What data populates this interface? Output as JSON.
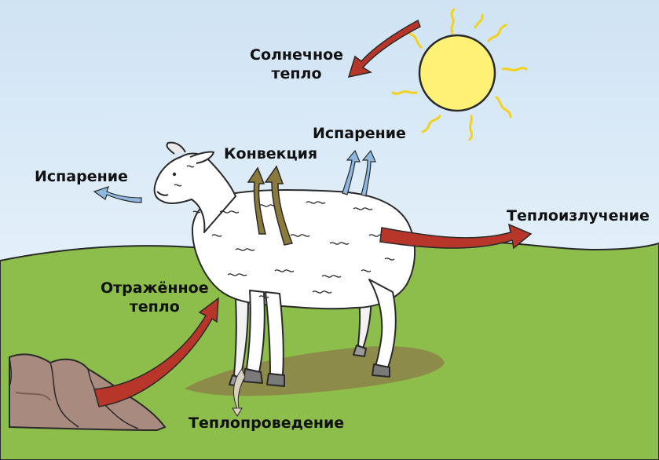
{
  "labels": {
    "solar_heat": {
      "line1": "Солнечное",
      "line2": "тепло"
    },
    "evaporation_head": "Испарение",
    "convection": "Конвекция",
    "evaporation_back": "Испарение",
    "heat_radiation": "Теплоизлучение",
    "reflected_heat": {
      "line1": "Отражённое",
      "line2": "тепло"
    },
    "heat_conduction": "Теплопроведение"
  },
  "colors": {
    "sky_top": "#cfe3f4",
    "sky_bottom": "#f2f8fd",
    "grass": "#8dbd4a",
    "heat_arrow": "#b8352a",
    "convection_arrow": "#8b7a3c",
    "evaporation_arrow": "#8fb8de",
    "conduction_arrow": "#d8d2bf",
    "sun": "#fff176",
    "sun_rays": "#f3d21f",
    "rock": "#a98a7e",
    "shadow": "#8c7b4a"
  }
}
